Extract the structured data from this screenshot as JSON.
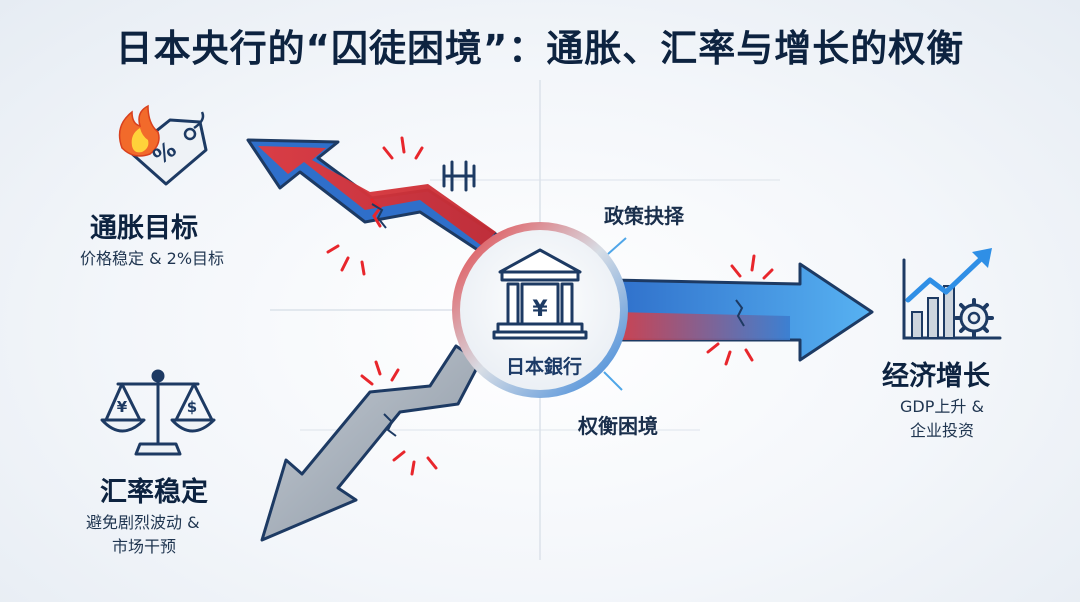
{
  "title": "日本央行的“囚徒困境”：通胀、汇率与增长的权衡",
  "center": {
    "label": "日本銀行",
    "icon": "bank-building-icon",
    "symbol": "¥"
  },
  "policy_choice_label": "政策抉择",
  "tradeoff_label": "权衡困境",
  "inflation": {
    "heading": "通胀目标",
    "sub": "价格稳定 & 2%目标",
    "icon": "price-tag-fire-icon",
    "symbol": "%"
  },
  "exchange": {
    "heading": "汇率稳定",
    "sub_line1": "避免剧烈波动 &",
    "sub_line2": "市场干预",
    "icon": "balance-scale-icon",
    "symbols": [
      "¥",
      "$"
    ]
  },
  "growth": {
    "heading": "经济增长",
    "sub_line1": "GDP上升 &",
    "sub_line2": "企业投资",
    "icon": "growth-chart-gear-icon"
  },
  "colors": {
    "red": "#e23b3f",
    "blue": "#2f7fd8",
    "gray": "#9aa5b1",
    "navy": "#1d3a63",
    "crack": "#e8262c"
  }
}
